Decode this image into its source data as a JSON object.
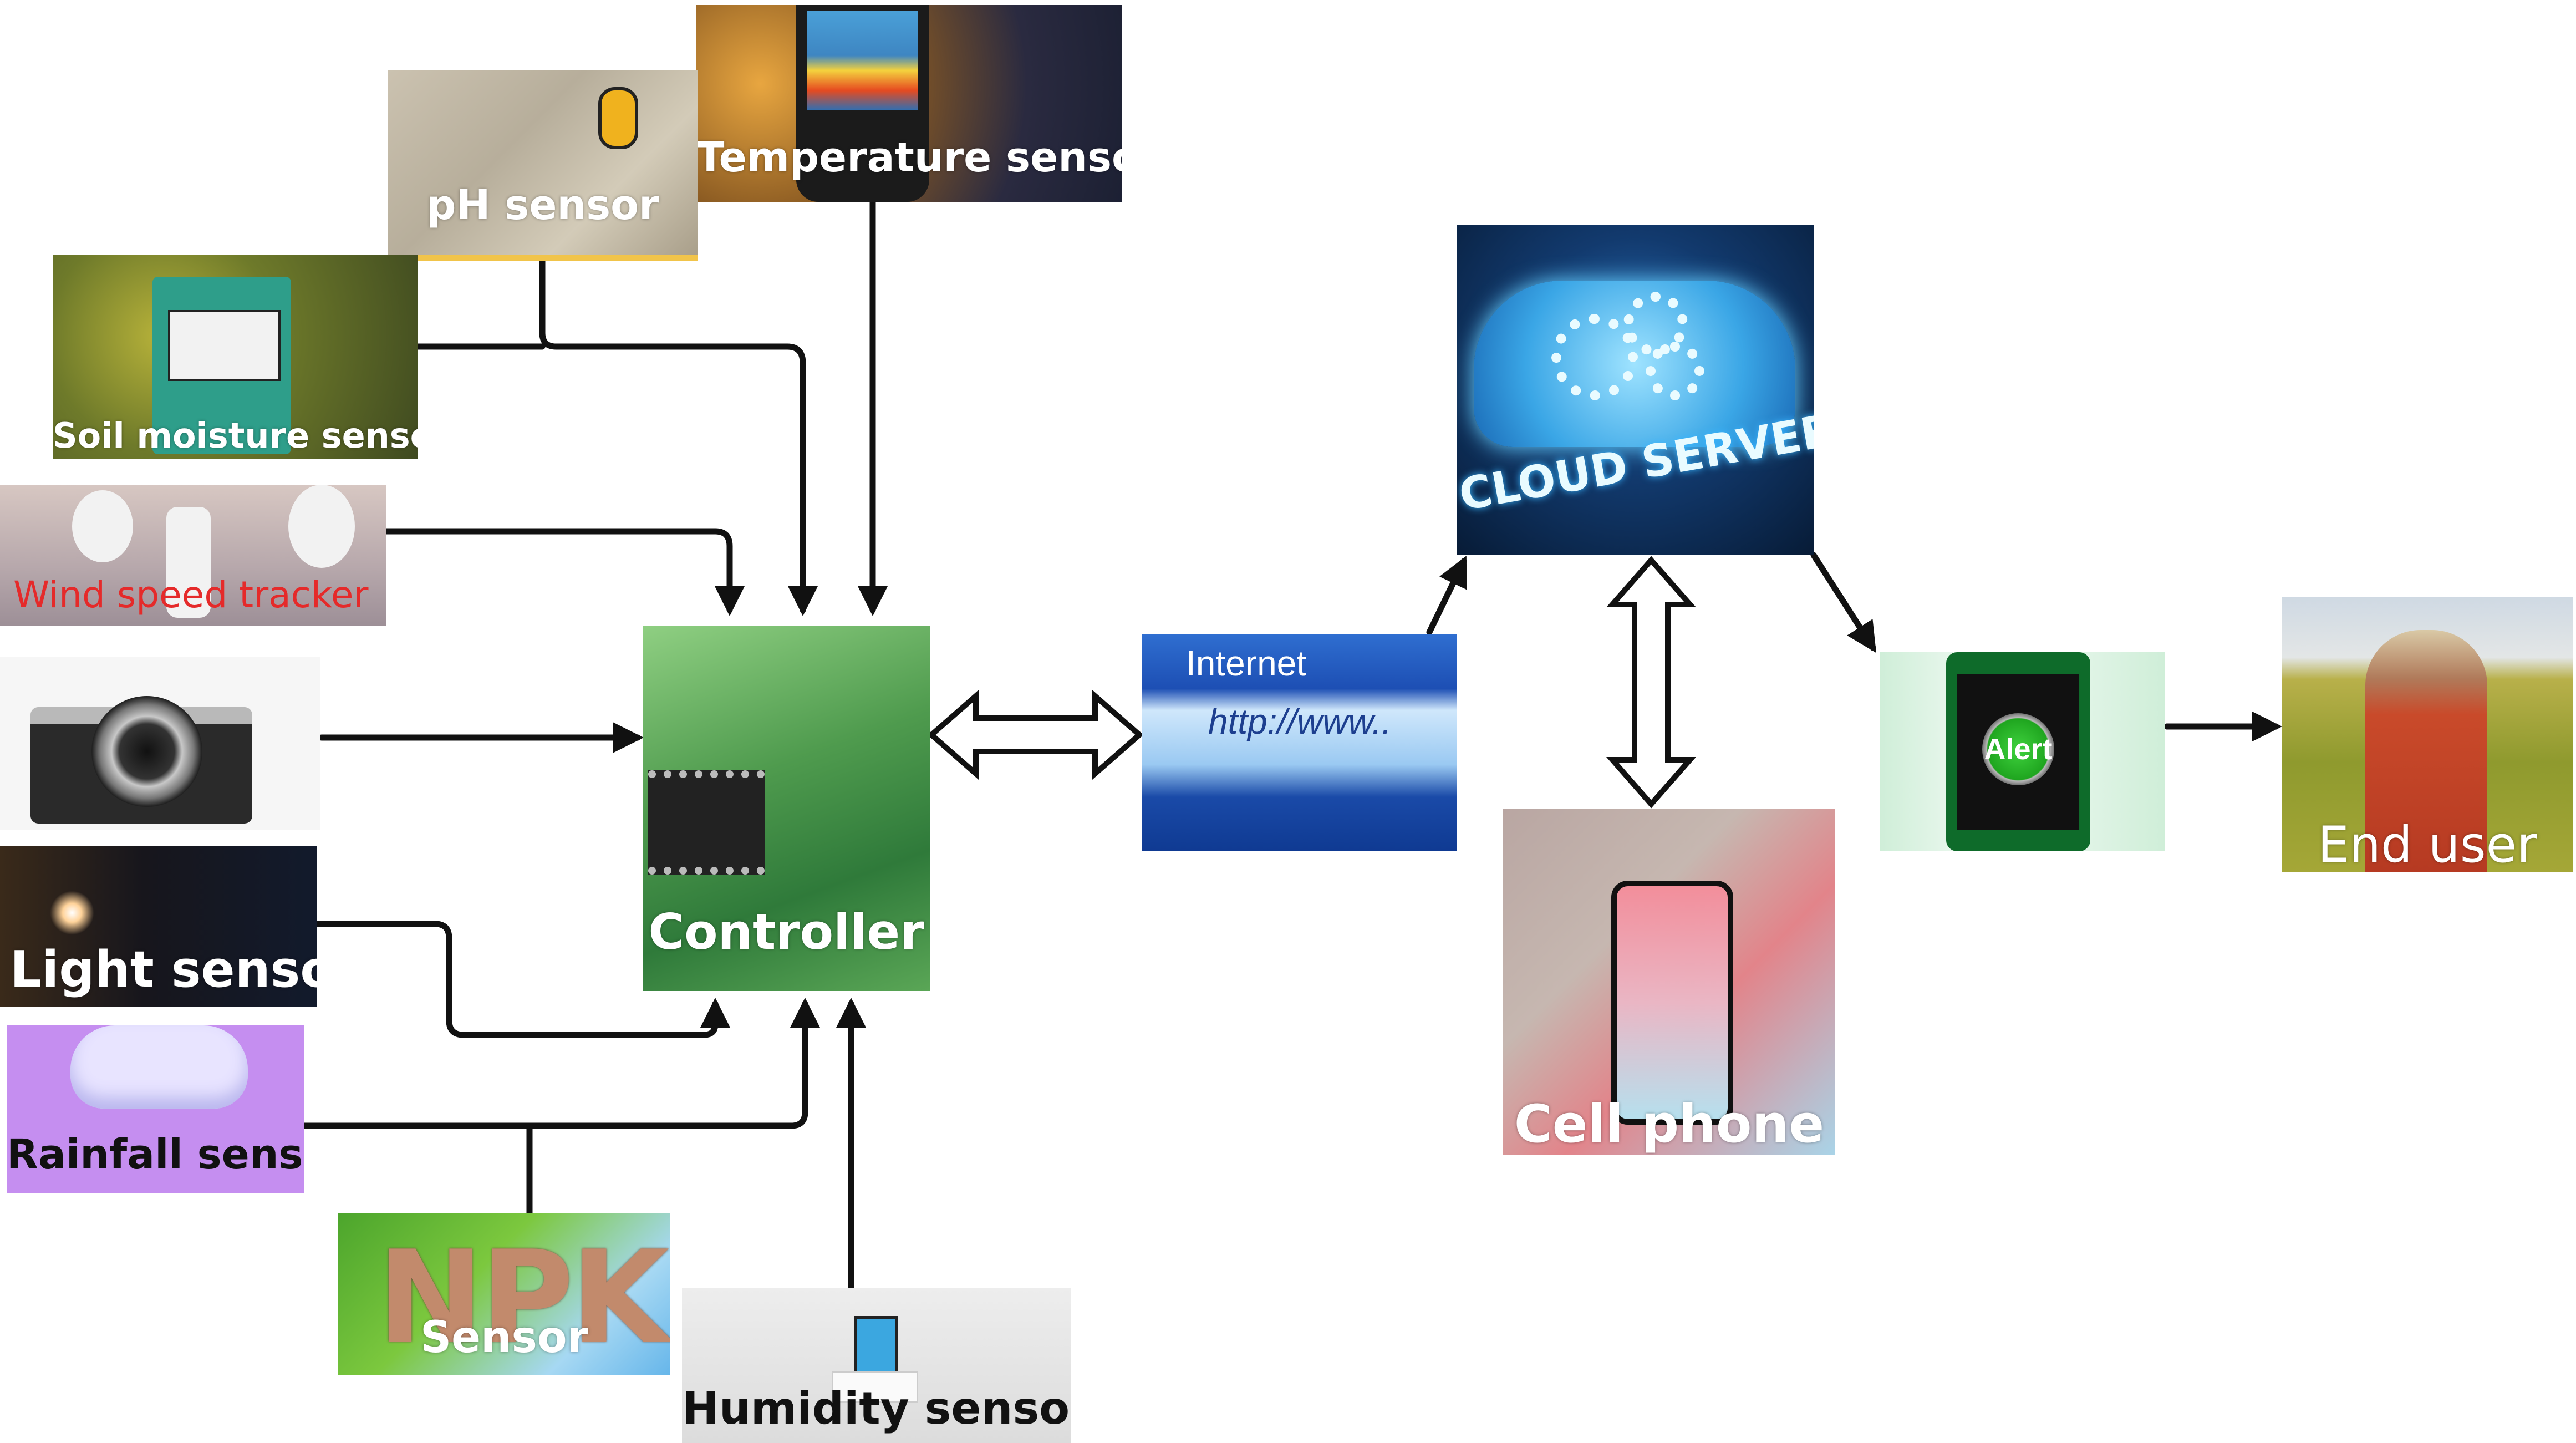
{
  "diagram": {
    "type": "iot-smart-agriculture-architecture",
    "nodes": {
      "temperature": {
        "label": "Temperature sensor",
        "icon": "thermal-camera-icon"
      },
      "ph": {
        "label": "pH sensor",
        "icon": "ph-probe-icon"
      },
      "soil_moisture": {
        "label": "Soil moisture sensor",
        "icon": "soil-meter-icon"
      },
      "wind": {
        "label": "Wind speed tracker",
        "icon": "anemometer-icon",
        "label_color": "#e52a2a"
      },
      "camera": {
        "label": "",
        "icon": "camera-icon"
      },
      "light": {
        "label": "Light sensor",
        "icon": "light-flare-icon"
      },
      "rainfall": {
        "label": "Rainfall sensor",
        "icon": "rain-cloud-icon"
      },
      "npk": {
        "label": "Sensor",
        "title_text": "NPK",
        "icon": "npk-seeds-icon"
      },
      "humidity": {
        "label": "Humidity sensor",
        "icon": "dht-sensor-icon"
      },
      "controller": {
        "label": "Controller",
        "icon": "circuit-board-icon"
      },
      "internet": {
        "label": "Internet",
        "url_text": "http://www..",
        "icon": "browser-icon"
      },
      "cloud": {
        "label": "CLOUD SERVER",
        "icon": "cloud-gears-icon"
      },
      "cell_phone": {
        "label": "Cell phone",
        "icon": "smartphone-icon"
      },
      "alert": {
        "label": "Alert",
        "icon": "alert-phone-icon"
      },
      "end_user": {
        "label": "End user",
        "icon": "farmer-icon"
      }
    },
    "edges": [
      {
        "from": "temperature",
        "to": "controller",
        "type": "arrow"
      },
      {
        "from": "ph",
        "to": "controller",
        "type": "arrow"
      },
      {
        "from": "soil_moisture",
        "to": "controller",
        "type": "arrow"
      },
      {
        "from": "wind",
        "to": "controller",
        "type": "arrow"
      },
      {
        "from": "camera",
        "to": "controller",
        "type": "arrow"
      },
      {
        "from": "light",
        "to": "controller",
        "type": "arrow"
      },
      {
        "from": "rainfall",
        "to": "controller",
        "type": "arrow"
      },
      {
        "from": "npk",
        "to": "controller",
        "type": "arrow"
      },
      {
        "from": "humidity",
        "to": "controller",
        "type": "arrow"
      },
      {
        "from": "controller",
        "to": "internet",
        "type": "double-arrow"
      },
      {
        "from": "internet",
        "to": "cloud",
        "type": "arrow"
      },
      {
        "from": "cloud",
        "to": "cell_phone",
        "type": "double-arrow"
      },
      {
        "from": "cloud",
        "to": "alert",
        "type": "arrow"
      },
      {
        "from": "alert",
        "to": "end_user",
        "type": "arrow"
      }
    ]
  }
}
